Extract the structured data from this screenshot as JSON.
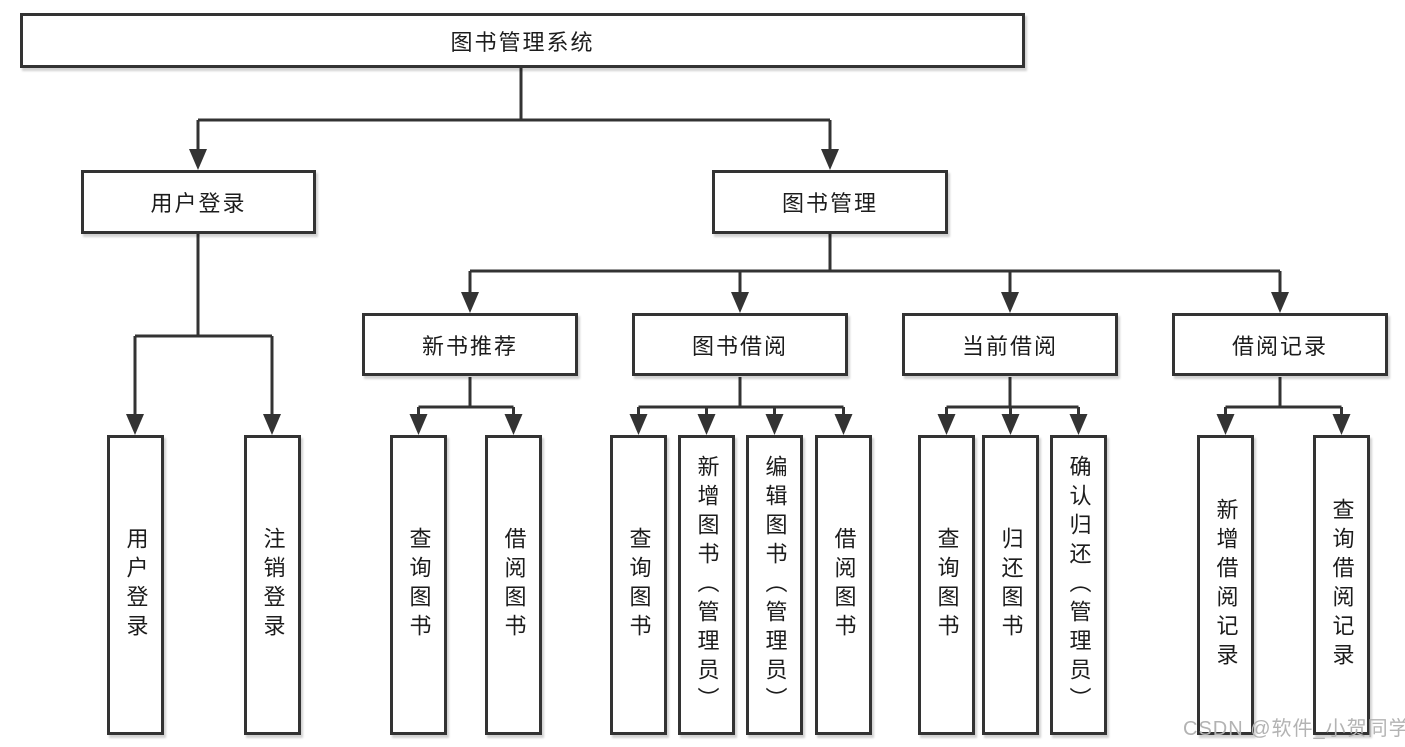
{
  "diagram": {
    "root": {
      "label": "图书管理系统"
    },
    "branches": [
      {
        "label": "用户登录",
        "children": [
          {
            "label": "用户登录"
          },
          {
            "label": "注销登录"
          }
        ]
      },
      {
        "label": "图书管理",
        "sections": [
          {
            "label": "新书推荐",
            "children": [
              {
                "label": "查询图书"
              },
              {
                "label": "借阅图书"
              }
            ]
          },
          {
            "label": "图书借阅",
            "children": [
              {
                "label": "查询图书"
              },
              {
                "label": "新增图书（管理员）"
              },
              {
                "label": "编辑图书（管理员）"
              },
              {
                "label": "借阅图书"
              }
            ]
          },
          {
            "label": "当前借阅",
            "children": [
              {
                "label": "查询图书"
              },
              {
                "label": "归还图书"
              },
              {
                "label": "确认归还（管理员）"
              }
            ]
          },
          {
            "label": "借阅记录",
            "children": [
              {
                "label": "新增借阅记录"
              },
              {
                "label": "查询借阅记录"
              }
            ]
          }
        ]
      }
    ]
  },
  "watermark": {
    "text": "CSDN @软件_小贺同学"
  },
  "colors": {
    "line": "#333333",
    "text": "#1c1c1c",
    "box_background": "#ffffff",
    "page_background": "#ffffff",
    "watermark": "#b3b3b3"
  }
}
